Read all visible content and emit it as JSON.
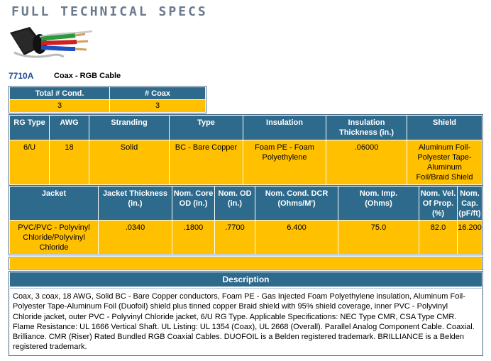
{
  "page_title": "FULL TECHNICAL SPECS",
  "product": {
    "part_no": "7710A",
    "name": "Coax - RGB Cable"
  },
  "colors": {
    "header_bg": "#2e6a8c",
    "value_bg": "#ffc000",
    "title": "#6a7a8c",
    "part_no": "#1e4a8c"
  },
  "icons": {
    "cable": "rgb-coax-cable-icon"
  },
  "summary": {
    "headers": [
      "Total # Cond.",
      "# Coax"
    ],
    "values": [
      "3",
      "3"
    ]
  },
  "construction": {
    "headers": [
      "RG Type",
      "AWG",
      "Stranding",
      "Type",
      "Insulation",
      "Insulation Thickness (in.)",
      "Shield"
    ],
    "values": [
      "6/U",
      "18",
      "Solid",
      "BC - Bare Copper",
      "Foam PE - Foam Polyethylene",
      ".06000",
      "Aluminum Foil-Polyester Tape-Aluminum Foil/Braid Shield"
    ]
  },
  "electrical": {
    "headers": [
      "Jacket",
      "Jacket Thickness (in.)",
      "Nom. Core OD (in.)",
      "Nom. OD (in.)",
      "Nom. Cond. DCR (Ohms/M')",
      "Nom. Imp. (Ohms)",
      "Nom. Vel. Of Prop. (%)",
      "Nom. Cap. (pF/ft)"
    ],
    "values": [
      "PVC/PVC - Polyvinyl Chloride/Polyvinyl Chloride",
      ".0340",
      ".1800",
      ".7700",
      "6.400",
      "75.0",
      "82.0",
      "16.200"
    ]
  },
  "description": {
    "heading": "Description",
    "text": "Coax, 3 coax, 18 AWG, Solid BC - Bare Copper conductors, Foam PE - Gas Injected Foam Polyethylene insulation, Aluminum Foil-Polyester Tape-Aluminum Foil (Duofoil) shield plus tinned copper Braid shield with 95% shield coverage, inner PVC - Polyvinyl Chloride jacket, outer PVC - Polyvinyl Chloride jacket, 6/U RG Type. Applicable Specifications: NEC Type CMR, CSA Type CMR. Flame Resistance: UL 1666 Vertical Shaft. UL Listing: UL 1354 (Coax), UL 2668 (Overall). Parallel Analog Component Cable. Coaxial. Brilliance. CMR (Riser) Rated Bundled RGB Coaxial Cables. DUOFOIL is a Belden registered trademark. BRILLIANCE is a Belden registered trademark."
  }
}
